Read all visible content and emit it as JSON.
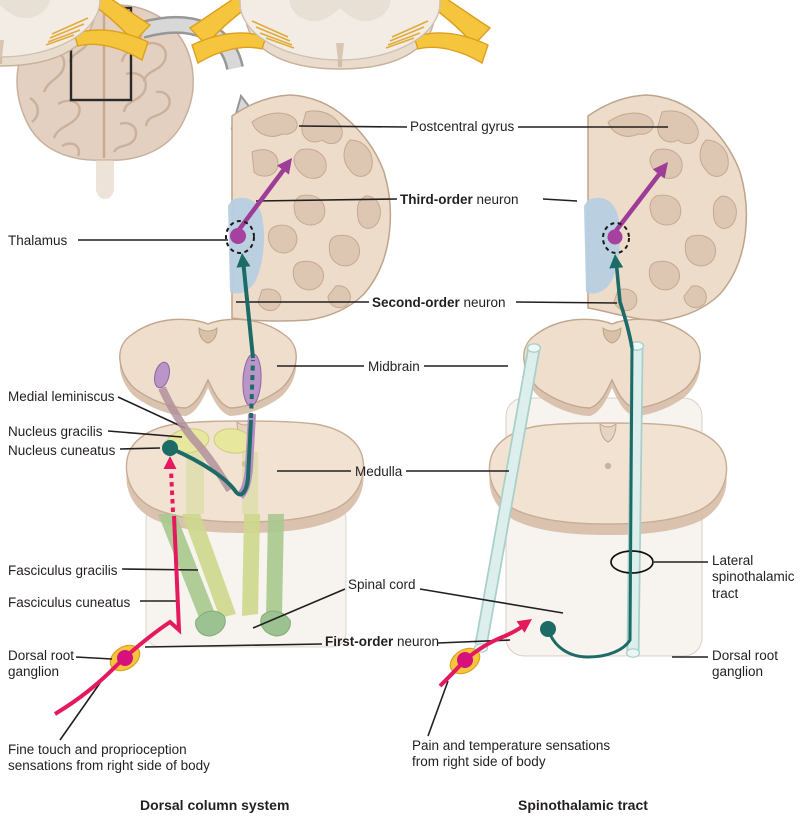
{
  "figure_subject": "Ascending sensory pathways: dorsal column system and spinothalamic tract",
  "colors": {
    "first_order_neuron": "#e5195e",
    "second_order_neuron": "#1c6b66",
    "third_order_neuron": "#9d3d97",
    "dorsal_root_ganglion": "#f6c53e",
    "thalamus_region": "#b7cfe2",
    "spinothalamic_tube": "#d9edea",
    "fasciculus_green": "#a9c98f",
    "fasciculus_yellow_green": "#cdd98c",
    "brain_tissue": "#eddcca",
    "label_text": "#231f20"
  },
  "labels": {
    "postcentral_gyrus": "Postcentral gyrus",
    "thalamus": "Thalamus",
    "midbrain": "Midbrain",
    "medulla": "Medulla",
    "medial_leminiscus": "Medial leminiscus",
    "nucleus_gracilis": "Nucleus gracilis",
    "nucleus_cuneatus": "Nucleus cuneatus",
    "fasciculus_gracilis": "Fasciculus gracilis",
    "fasciculus_cuneatus": "Fasciculus cuneatus",
    "spinal_cord": "Spinal cord",
    "lateral_spinothalamic_tract": "Lateral spinothalamic tract",
    "dorsal_root_ganglion_left": "Dorsal root ganglion",
    "dorsal_root_ganglion_right": "Dorsal root ganglion"
  },
  "neurons": {
    "first": {
      "bold": "First-order",
      "rest": " neuron"
    },
    "second": {
      "bold": "Second-order",
      "rest": " neuron"
    },
    "third": {
      "bold": "Third-order",
      "rest": " neuron"
    }
  },
  "captions": {
    "left": "Fine touch and proprioception sensations from right side of body",
    "right": "Pain and temperature sensations from right side of body"
  },
  "titles": {
    "left": "Dorsal column system",
    "right": "Spinothalamic tract"
  }
}
